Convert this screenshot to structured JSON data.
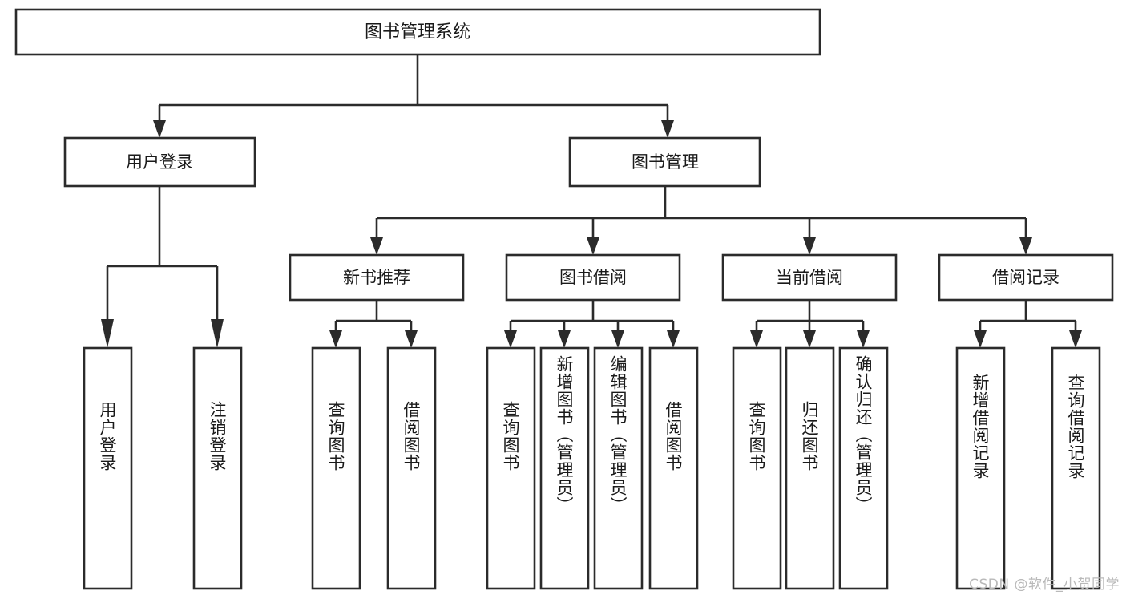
{
  "diagram": {
    "title": "图书管理系统",
    "type": "hierarchical-tree",
    "watermark": "CSDN @软件_小贺同学",
    "colors": {
      "stroke": "#2b2b2b",
      "fill": "#ffffff",
      "text": "#1a1a1a",
      "watermark": "#b9b9b9"
    },
    "levels": {
      "root": {
        "label": "图书管理系统"
      },
      "level2": [
        {
          "label": "用户登录"
        },
        {
          "label": "图书管理"
        }
      ],
      "level3": [
        {
          "label": "新书推荐"
        },
        {
          "label": "图书借阅"
        },
        {
          "label": "当前借阅"
        },
        {
          "label": "借阅记录"
        }
      ],
      "leaves": {
        "user_login": [
          {
            "label": "用户登录"
          },
          {
            "label": "注销登录"
          }
        ],
        "new_book_recommend": [
          {
            "label": "查询图书"
          },
          {
            "label": "借阅图书"
          }
        ],
        "book_borrow": [
          {
            "label": "查询图书"
          },
          {
            "label": "新增图书（管理员）"
          },
          {
            "label": "编辑图书（管理员）"
          },
          {
            "label": "借阅图书"
          }
        ],
        "current_borrow": [
          {
            "label": "查询图书"
          },
          {
            "label": "归还图书"
          },
          {
            "label": "确认归还（管理员）"
          }
        ],
        "borrow_record": [
          {
            "label": "新增借阅记录"
          },
          {
            "label": "查询借阅记录"
          }
        ]
      }
    }
  }
}
